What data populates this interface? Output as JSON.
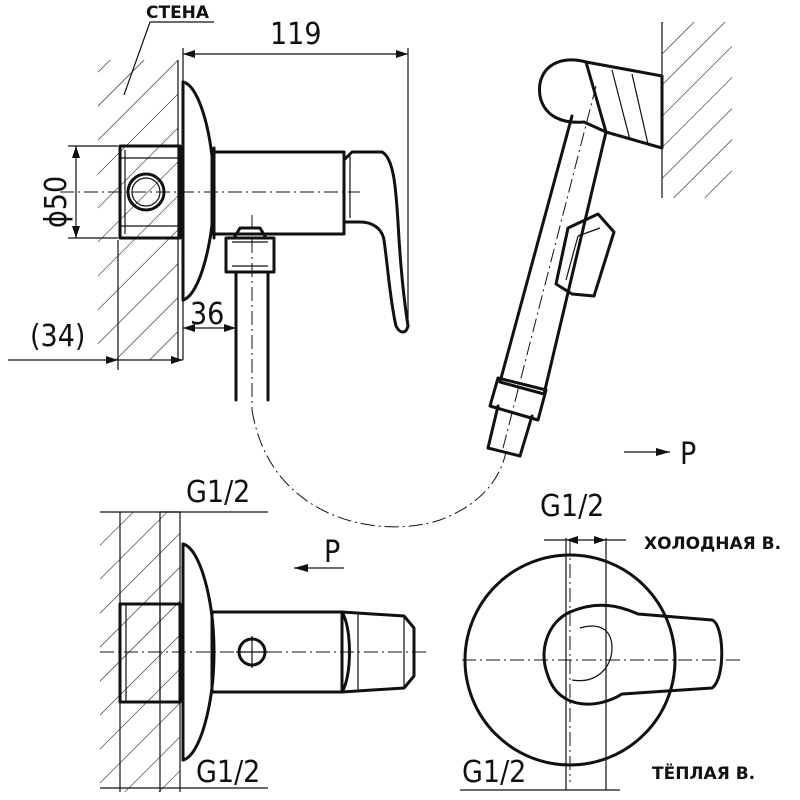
{
  "labels": {
    "wall": "СТЕНА",
    "cold_water": "ХОЛОДНАЯ В.",
    "warm_water": "ТЁПЛАЯ В.",
    "view_arrow_top": "P",
    "view_arrow_bottom": "P"
  },
  "dimensions": {
    "overall_length": "119",
    "diameter": "ϕ50",
    "offset_36": "36",
    "wall_depth": "(34)",
    "thread_top": "G1/2",
    "thread_bottom": "G1/2",
    "thread_dial_top": "G1/2",
    "thread_dial_bottom": "G1/2"
  }
}
